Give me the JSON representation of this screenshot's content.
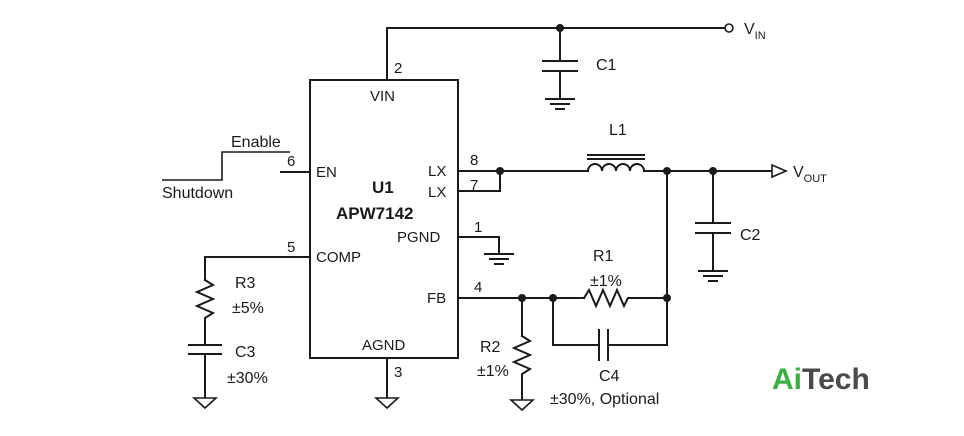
{
  "ic": {
    "ref": "U1",
    "part": "APW7142"
  },
  "pins": {
    "vin": {
      "num": "2",
      "name": "VIN"
    },
    "en": {
      "num": "6",
      "name": "EN"
    },
    "comp": {
      "num": "5",
      "name": "COMP"
    },
    "lx1": {
      "num": "8",
      "name": "LX"
    },
    "lx2": {
      "num": "7",
      "name": "LX"
    },
    "pgnd": {
      "num": "1",
      "name": "PGND"
    },
    "fb": {
      "num": "4",
      "name": "FB"
    },
    "agnd": {
      "num": "3",
      "name": "AGND"
    }
  },
  "nets": {
    "vin": {
      "main": "V",
      "sub": "IN"
    },
    "vout": {
      "main": "V",
      "sub": "OUT"
    },
    "enable": "Enable",
    "shutdown": "Shutdown"
  },
  "components": {
    "c1": {
      "ref": "C1"
    },
    "c2": {
      "ref": "C2"
    },
    "l1": {
      "ref": "L1"
    },
    "r1": {
      "ref": "R1",
      "tol": "±1%"
    },
    "r2": {
      "ref": "R2",
      "tol": "±1%"
    },
    "r3": {
      "ref": "R3",
      "tol": "±5%"
    },
    "c3": {
      "ref": "C3",
      "tol": "±30%"
    },
    "c4": {
      "ref": "C4",
      "tol": "±30%, Optional"
    }
  },
  "brand": {
    "part1": "Ai",
    "part2": "Tech",
    "color1": "#3cb043",
    "color2": "#4a4a4a"
  }
}
